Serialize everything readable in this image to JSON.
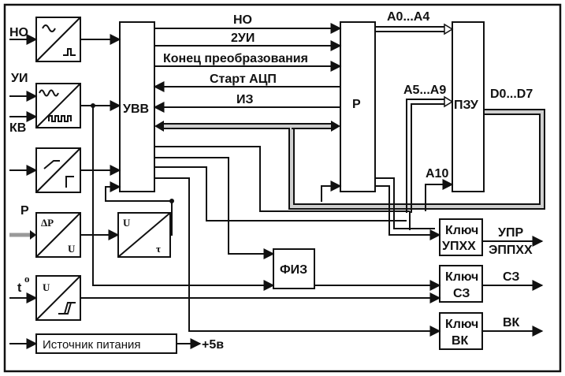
{
  "inputs": {
    "ho": "НО",
    "ui": "УИ",
    "kv": "КВ",
    "p": "Р",
    "t": "t",
    "t_sup": "o"
  },
  "blocks": {
    "uvv": "УВВ",
    "p": "Р",
    "pzu": "ПЗУ",
    "fiz": "ФИЗ",
    "key_upxx_1": "Ключ",
    "key_upxx_2": "УПХХ",
    "key_sz_1": "Ключ",
    "key_sz_2": "СЗ",
    "key_vk_1": "Ключ",
    "key_vk_2": "ВК",
    "power": "Источник питания"
  },
  "converters": {
    "dp": "ΔP",
    "u1": "U",
    "u2": "U",
    "tau": "τ",
    "u3": "U"
  },
  "buses": {
    "ho": "НО",
    "two_ui": "2УИ",
    "conv_end": "Конец преобразования",
    "adc_start": "Старт АЦП",
    "iz": "ИЗ",
    "a0_a4": "А0...А4",
    "a5_a9": "А5...А9",
    "a10": "А10",
    "d0_d7": "D0...D7"
  },
  "outputs": {
    "upr": "УПР",
    "eppxx": "ЭППХХ",
    "sz": "СЗ",
    "vk": "ВК",
    "plus5": "+5в"
  }
}
